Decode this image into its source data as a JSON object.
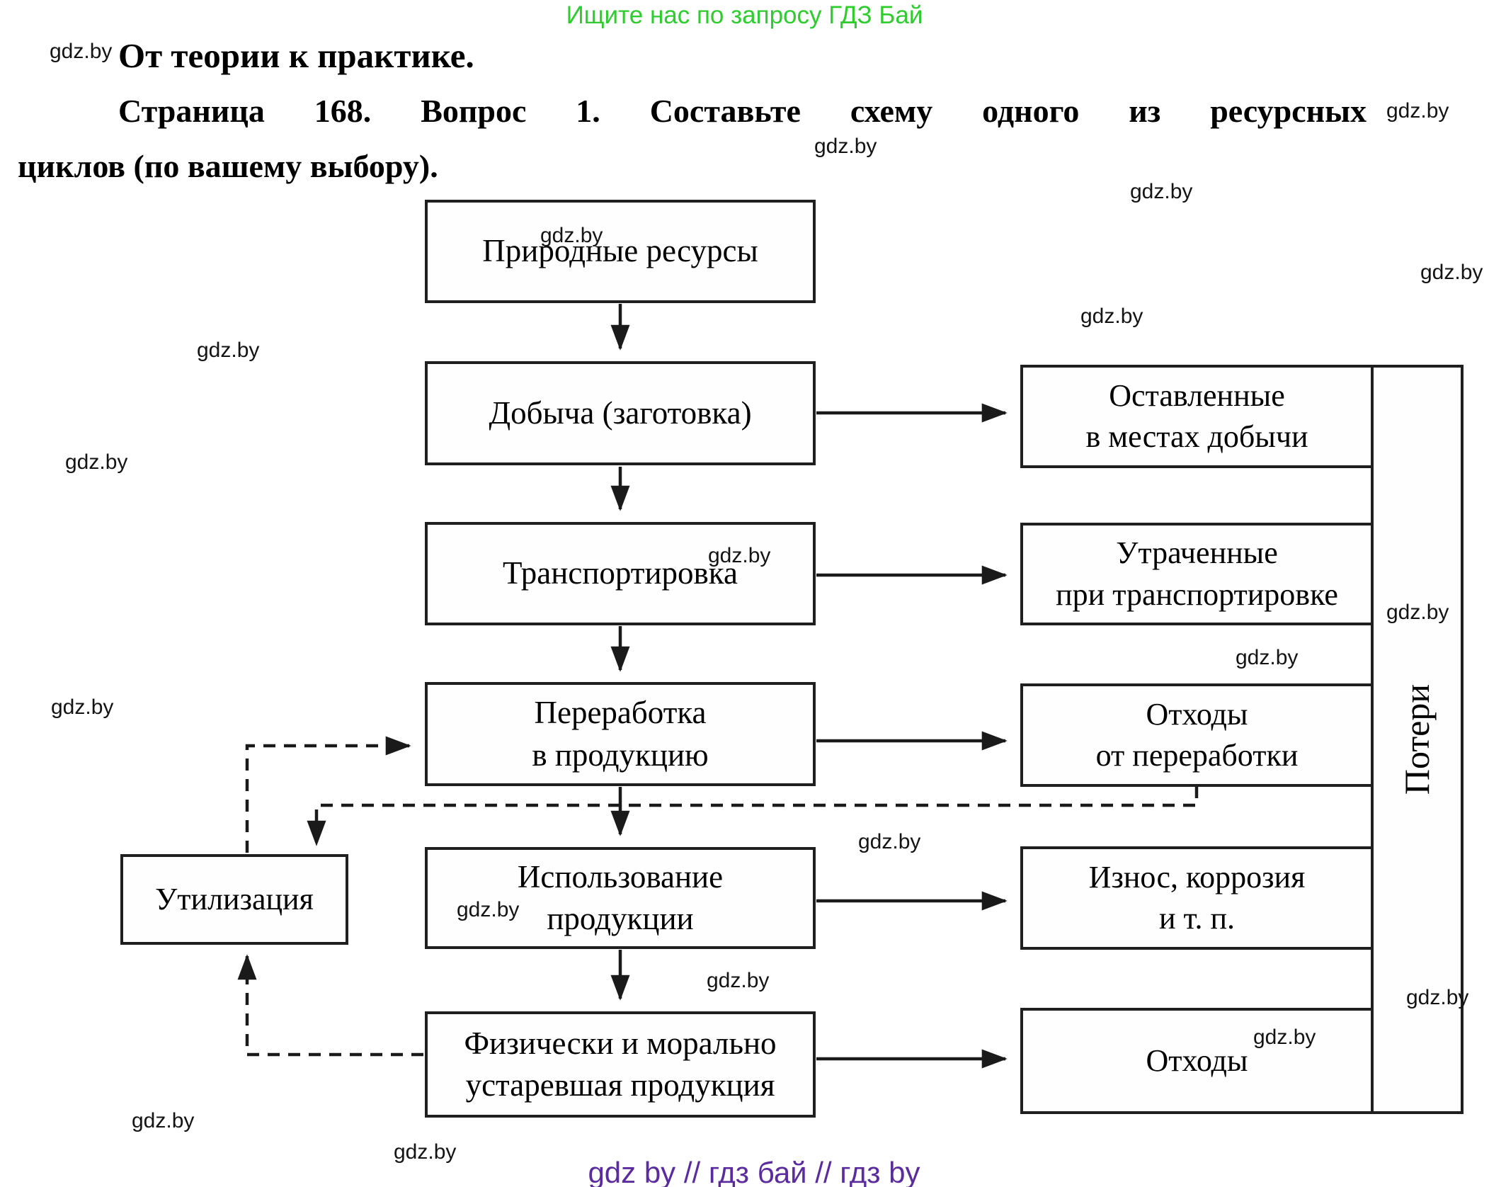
{
  "watermark": "gdz.by",
  "header": {
    "promo": "Ищите нас по запросу ГДЗ Бай",
    "title": "От теории к практике.",
    "question_line1": "Страница 168. Вопрос 1. Составьте схему одного из ресурсных",
    "question_line2": "циклов (по вашему выбору)."
  },
  "diagram": {
    "main_flow": [
      {
        "id": "natural-resources",
        "lines": [
          "Природные ресурсы"
        ]
      },
      {
        "id": "extraction",
        "lines": [
          "Добыча (заготовка)"
        ]
      },
      {
        "id": "transportation",
        "lines": [
          "Транспортировка"
        ]
      },
      {
        "id": "processing",
        "lines": [
          "Переработка",
          "в продукцию"
        ]
      },
      {
        "id": "usage",
        "lines": [
          "Использование",
          "продукции"
        ]
      },
      {
        "id": "obsolete-products",
        "lines": [
          "Физически и морально",
          "устаревшая продукция"
        ]
      }
    ],
    "loss_flow": [
      {
        "id": "left-at-extraction-sites",
        "lines": [
          "Оставленные",
          "в местах добычи"
        ]
      },
      {
        "id": "lost-in-transit",
        "lines": [
          "Утраченные",
          "при  транспортировке"
        ]
      },
      {
        "id": "processing-waste",
        "lines": [
          "Отходы",
          "от переработки"
        ]
      },
      {
        "id": "wear-corrosion",
        "lines": [
          "Износ, коррозия",
          "и т. п."
        ]
      },
      {
        "id": "waste",
        "lines": [
          "Отходы"
        ]
      }
    ],
    "recycling_label": "Утилизация",
    "losses_label": "Потери"
  },
  "footer": {
    "text": "gdz by  //  гдз бай  //  гдз by"
  },
  "colors": {
    "promo_green": "#2ecc2e",
    "footer_purple": "#5b2c9e",
    "line_black": "#1a1a1a",
    "box_border": "#1f1f1f"
  }
}
